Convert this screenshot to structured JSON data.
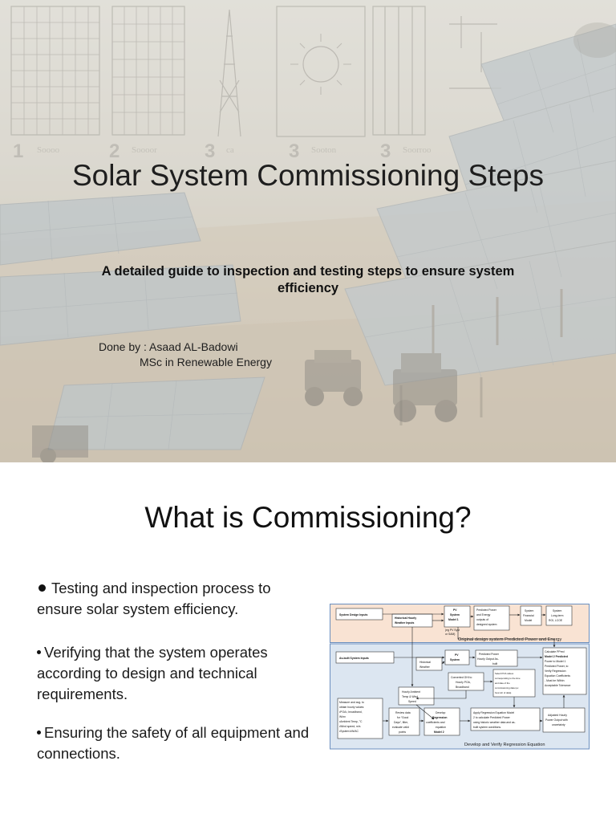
{
  "slide1": {
    "title": "Solar System Commissioning Steps",
    "subtitle": "A detailed guide to inspection and testing steps to ensure system efficiency",
    "author": "Done by : Asaad AL-Badowi",
    "degree": "MSc in Renewable Energy",
    "background_numbers": [
      "1",
      "2",
      "3",
      "3",
      "3"
    ],
    "background_labels": [
      "Soooo",
      "Soooor",
      "ca",
      "Sooton",
      "Soorroo"
    ]
  },
  "slide2": {
    "title": "What is Commissioning?",
    "bullets": [
      "Testing and inspection process to ensure solar system efficiency.",
      "Verifying that the system operates according to design and technical requirements.",
      "Ensuring the safety of all equipment and connections."
    ],
    "diagram": {
      "top_section_label": "Original design system Predicted Power and Energy",
      "bottom_section_label": "Develop and Verify Regression Equation",
      "colors": {
        "top_fill": "#f9e3d3",
        "bottom_fill": "#dce6f1",
        "border": "#6b8fbf"
      },
      "boxes": {
        "system_design_inputs": "System Design Inputs",
        "historical_weather": [
          "Historical Hourly",
          "Weather Inputs"
        ],
        "pv_model1": [
          "PV",
          "System",
          "Model 1"
        ],
        "pv_note": [
          "(eg PV Syst",
          "or SAM)"
        ],
        "predicted_energy": [
          "Predicted Power",
          "and Energy",
          "outputs of",
          "designed system"
        ],
        "financial_model": [
          "System",
          "Financial",
          "Model"
        ],
        "long_term": [
          "System",
          "Long-term",
          "ROI, LCOE"
        ],
        "as_built_inputs": "As-built System Inputs",
        "hist_weather2": [
          "Historical",
          "Weather"
        ],
        "pv_system2": [
          "PV",
          "System"
        ],
        "predicted_asbuilt": [
          "Predicted Power",
          "Hourly Output As-",
          "built"
        ],
        "calc_ppred": [
          "Calculate PPred",
          "Model 2 Predicted",
          "Power to Model 1",
          "Predicted Power, to",
          "Verify Regression",
          "Equation Coefficients",
          "- Must be Within",
          "Acceptable Tolerance"
        ],
        "converted_ghi": [
          "Converted GHI to",
          "Hourly POA,",
          "Broadband"
        ],
        "select_poa": [
          "Select POA values",
          "corresponding to the time",
          "and date of the",
          "commissioning data (ex",
          "hour-ish of data)"
        ],
        "hourly_ambient": [
          "Hourly Ambient",
          "Temp & Wind",
          "Speed"
        ],
        "measure_avg": [
          "Measure and avg. to",
          "obtain hourly values:",
          "•POA², broadband,",
          "W/m²",
          "•Ambient Temp, °C",
          "•Wind speed, m/s",
          "•System kW/AC"
        ],
        "review_data": [
          "Review data",
          "for “Good",
          "Days”, filter,",
          "evaluate valid",
          "points"
        ],
        "develop_regression": [
          "Develop",
          "Regression",
          "coefficients and",
          "equation",
          "Model 2"
        ],
        "apply_regression": [
          "Apply Regression Equation Model",
          "2 to calculate Predicted Power",
          "using historic weather data and as-",
          "built system conditions."
        ],
        "adjusted_output": [
          "Adjusted Hourly",
          "Power Output with",
          "uncertainty"
        ]
      }
    }
  }
}
